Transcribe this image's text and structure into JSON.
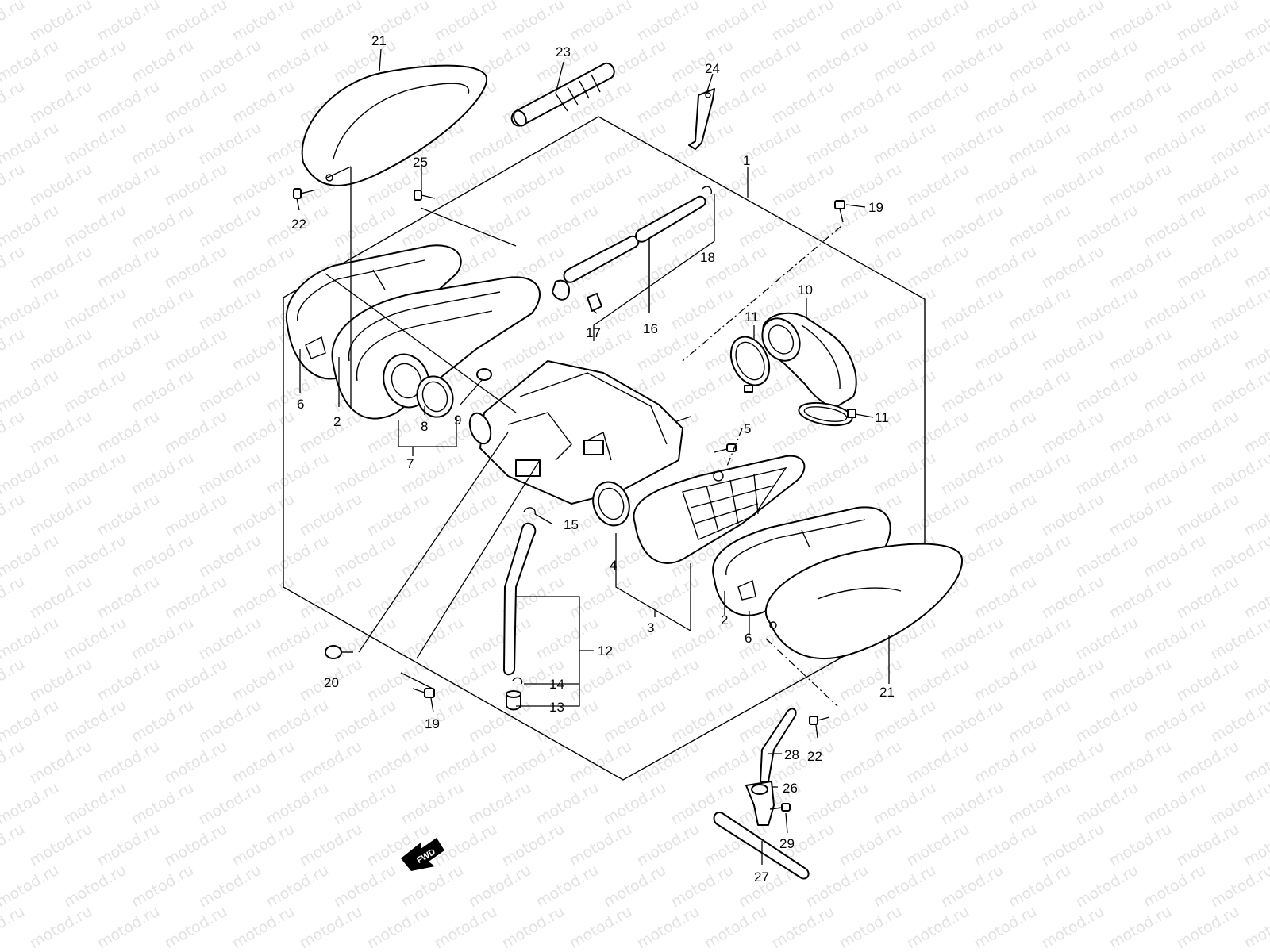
{
  "watermark": {
    "text": "motod.ru",
    "color": "#dddddd"
  },
  "fwd_marker": {
    "text": "FWD"
  },
  "callouts": [
    {
      "id": "c21a",
      "text": "21"
    },
    {
      "id": "c23",
      "text": "23"
    },
    {
      "id": "c24",
      "text": "24"
    },
    {
      "id": "c25",
      "text": "25"
    },
    {
      "id": "c22a",
      "text": "22"
    },
    {
      "id": "c1",
      "text": "1"
    },
    {
      "id": "c19a",
      "text": "19"
    },
    {
      "id": "c18",
      "text": "18"
    },
    {
      "id": "c10",
      "text": "10"
    },
    {
      "id": "c11a",
      "text": "11"
    },
    {
      "id": "c17",
      "text": "17"
    },
    {
      "id": "c16",
      "text": "16"
    },
    {
      "id": "c6a",
      "text": "6"
    },
    {
      "id": "c2a",
      "text": "2"
    },
    {
      "id": "c8",
      "text": "8"
    },
    {
      "id": "c9",
      "text": "9"
    },
    {
      "id": "c7",
      "text": "7"
    },
    {
      "id": "c11b",
      "text": "11"
    },
    {
      "id": "c5",
      "text": "5"
    },
    {
      "id": "c15",
      "text": "15"
    },
    {
      "id": "c4",
      "text": "4"
    },
    {
      "id": "c3",
      "text": "3"
    },
    {
      "id": "c2b",
      "text": "2"
    },
    {
      "id": "c6b",
      "text": "6"
    },
    {
      "id": "c12",
      "text": "12"
    },
    {
      "id": "c20",
      "text": "20"
    },
    {
      "id": "c14",
      "text": "14"
    },
    {
      "id": "c13",
      "text": "13"
    },
    {
      "id": "c19b",
      "text": "19"
    },
    {
      "id": "c21b",
      "text": "21"
    },
    {
      "id": "c22b",
      "text": "22"
    },
    {
      "id": "c28",
      "text": "28"
    },
    {
      "id": "c26",
      "text": "26"
    },
    {
      "id": "c29",
      "text": "29"
    },
    {
      "id": "c27",
      "text": "27"
    }
  ]
}
